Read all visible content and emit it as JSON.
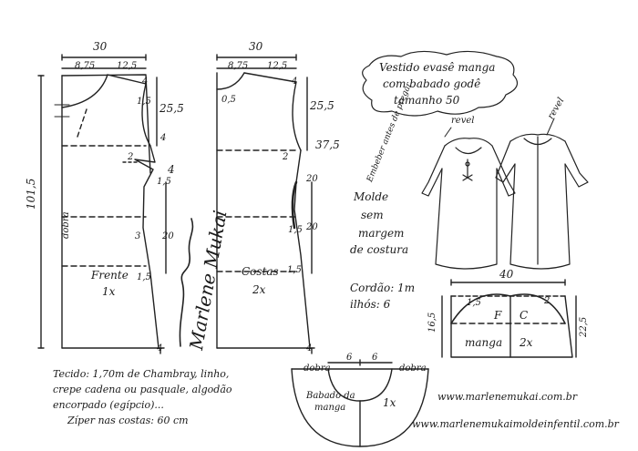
{
  "title": {
    "line1": "Vestido evasê manga",
    "line2": "com babado godê",
    "line3": "tamanho 50"
  },
  "front": {
    "top_width": "30",
    "neck_width": "8,75",
    "shoulder": "12,5",
    "neck_drop": "4",
    "neck_depth": "1,5",
    "armhole_depth": "25,5",
    "armhole_extra": "4",
    "dart_2": "2",
    "dart_15": "1,5",
    "bust_4": "4",
    "waist_3": "3",
    "hip_20": "20",
    "hip_4": "4",
    "length": "101,5",
    "fold": "dobra",
    "name": "Frente",
    "count": "1x",
    "hem_15": "1,5"
  },
  "back": {
    "top_width": "30",
    "neck_width": "8,75",
    "shoulder": "12,5",
    "neck_drop": "4",
    "neck_depth": "0,5",
    "armhole_depth": "25,5",
    "armhole_total": "37,5",
    "ease_2": "2",
    "waist_20": "20",
    "hip_20": "20",
    "hip_4": "4",
    "waist_15": "1,5",
    "hem_15": "1,5",
    "name": "Costas",
    "count": "2x"
  },
  "signature": "Marlene Mukai",
  "notes": {
    "embeber": "Embeber antes de pregar.",
    "revel_left": "revel",
    "revel_right": "revel",
    "molde1": "Molde",
    "molde2": "sem",
    "molde3": "margem",
    "molde4": "de costura"
  },
  "cord": {
    "cordao": "Cordão: 1m",
    "ilhos": "ilhós: 6"
  },
  "sleeve": {
    "width": "40",
    "cap_15": "1,5",
    "cap_2": "2",
    "height": "16,5",
    "total": "22,5",
    "front": "F",
    "back": "C",
    "name": "manga",
    "count": "2x"
  },
  "ruffle": {
    "fold_left": "dobra",
    "fold_right": "dobra",
    "w6a": "6",
    "w6b": "6",
    "label1": "Babado da",
    "label2": "manga",
    "count": "1x"
  },
  "fabric": {
    "line1": "Tecido: 1,70m de Chambray, linho,",
    "line2": "crepe cadena ou pasquale, algodão",
    "line3": "encorpado (egípcio)...",
    "line4": "Zíper nas costas: 60 cm"
  },
  "urls": {
    "url1": "www.marlenemukai.com.br",
    "url2": "www.marlenemukaimoldeinfentil.com.br"
  }
}
